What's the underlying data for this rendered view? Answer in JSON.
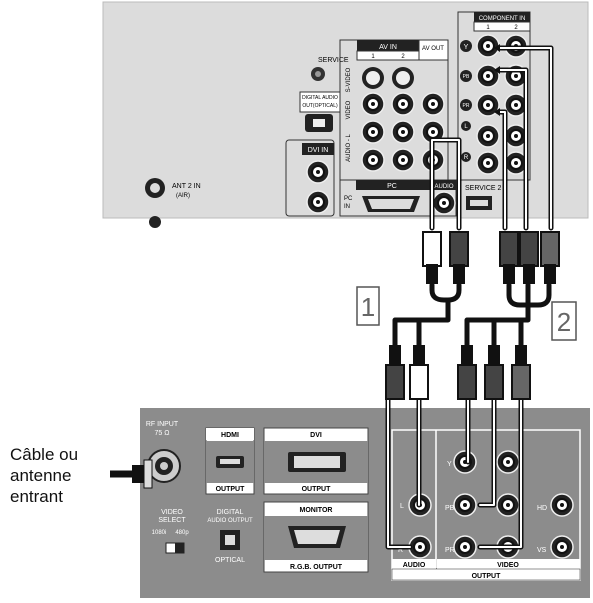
{
  "tv_panel": {
    "service_label": "SERVICE",
    "digital_audio_label_1": "DIGITAL AUDIO",
    "digital_audio_label_2": "OUT(OPTICAL)",
    "ant2_label_1": "ANT 2 IN",
    "ant2_label_2": "(AIR)",
    "dvi_in_label": "DVI IN",
    "audio_label": "AUDIO",
    "av_in_label": "AV IN",
    "av_in_1": "1",
    "av_in_2": "2",
    "av_out_label": "AV OUT",
    "svideo_label": "S-VIDEO",
    "video_label": "VIDEO",
    "audio_l_label": "AUDIO - L",
    "pc_label": "PC",
    "pc_in_label_1": "PC",
    "pc_in_label_2": "IN",
    "component_in_label": "COMPONENT IN",
    "comp_1": "1",
    "comp_2": "2",
    "y_label": "Y",
    "pb_label": "PB",
    "pr_label": "PR",
    "service2_label": "SERVICE 2",
    "l_label": "L",
    "r_label": "R"
  },
  "callouts": {
    "cable_1": "1",
    "cable_2": "2"
  },
  "side_text": {
    "line1": "Câble ou",
    "line2": "antenne",
    "line3": "entrant"
  },
  "source_panel": {
    "rf_input_1": "RF INPUT",
    "rf_input_2": "75 Ω",
    "hdmi": "HDMI",
    "hdmi_output": "OUTPUT",
    "dvi": "DVI",
    "dvi_output": "OUTPUT",
    "monitor": "MONITOR",
    "rgb_output": "R.G.B. OUTPUT",
    "video_select_1": "VIDEO",
    "video_select_2": "SELECT",
    "res_1080": "1080i",
    "res_480": "480p",
    "digital_1": "DIGITAL",
    "digital_2": "AUDIO OUTPUT",
    "optical": "OPTICAL",
    "y": "Y",
    "pb": "PB",
    "pr": "PR",
    "l": "L",
    "r": "R",
    "hd": "HD",
    "vs": "VS",
    "audio": "AUDIO",
    "video": "VIDEO",
    "output": "OUTPUT"
  },
  "colors": {
    "tv_panel": "#dcdcdc",
    "source_panel": "#8c8c8c",
    "cable": "#111111"
  }
}
